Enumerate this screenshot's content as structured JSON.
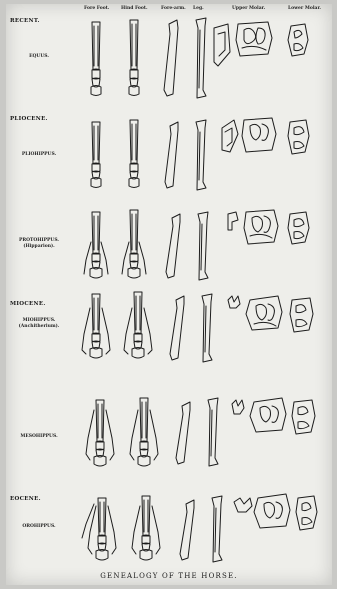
{
  "figure": {
    "title": "GENEALOGY OF THE HORSE.",
    "columns": [
      "Fore Foot.",
      "Hind Foot.",
      "Fore-arm.",
      "Leg.",
      "Upper Molar.",
      "Lower Molar."
    ],
    "rows": [
      {
        "era": "RECENT.",
        "genus": "EQUUS."
      },
      {
        "era": "PLIOCENE.",
        "genus": "PLIOHIPPUS."
      },
      {
        "era": "",
        "genus": "PROTOHIPPUS. (Hipparion)."
      },
      {
        "era": "MIOCENE.",
        "genus": "MIOHIPPUS. (Anchitherium)."
      },
      {
        "era": "",
        "genus": "MESOHIPPUS."
      },
      {
        "era": "EOCENE.",
        "genus": "OROHIPPUS."
      }
    ]
  },
  "colors": {
    "ink": "#1c1c1c",
    "paper": "#eeeeea",
    "background": "#c9c9c6"
  }
}
